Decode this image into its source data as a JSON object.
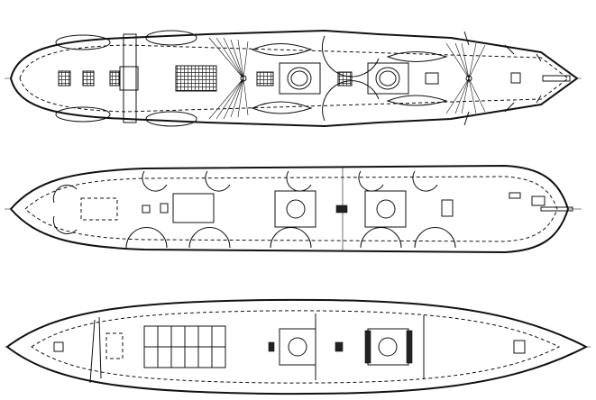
{
  "drawing": {
    "views": [
      "upper-deck-plan",
      "main-deck-plan",
      "lower-deck-plan"
    ],
    "colors": {
      "line": "#111111",
      "background": "#ffffff"
    }
  }
}
